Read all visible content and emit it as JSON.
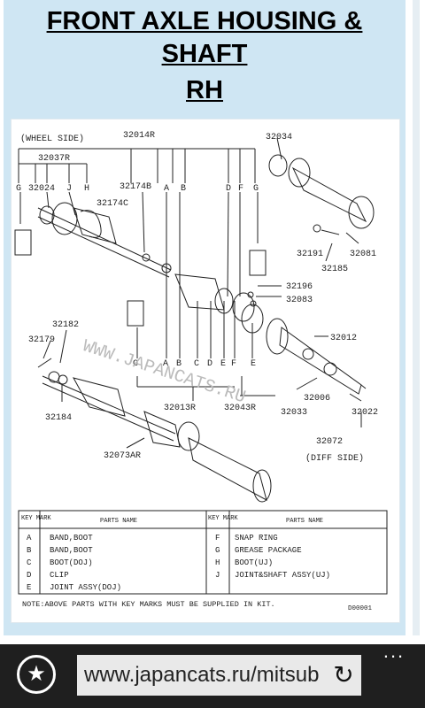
{
  "page": {
    "title_line1": "FRONT AXLE HOUSING &",
    "title_line2": "SHAFT",
    "title_line3": "RH"
  },
  "diagram": {
    "wheel_side": "(WHEEL SIDE)",
    "diff_side": "(DIFF SIDE)",
    "watermark": "WWW.JAPANCATS.RU",
    "part_numbers": [
      "32014R",
      "32034",
      "32037R",
      "32024",
      "32174B",
      "32174C",
      "32081",
      "32191",
      "32185",
      "32196",
      "32083",
      "32182",
      "32179",
      "32012",
      "32184",
      "32013R",
      "32043R",
      "32006",
      "32033",
      "32022",
      "32072",
      "32073AR"
    ],
    "key_letters": [
      "G",
      "J",
      "H",
      "A",
      "B",
      "D",
      "F",
      "G",
      "C",
      "D",
      "E",
      "F",
      "E"
    ],
    "table": {
      "header_key": "KEY MARK",
      "header_parts": "PARTS NAME",
      "left_rows": [
        {
          "key": "A",
          "name": "BAND,BOOT"
        },
        {
          "key": "B",
          "name": "BAND,BOOT"
        },
        {
          "key": "C",
          "name": "BOOT(DOJ)"
        },
        {
          "key": "D",
          "name": "CLIP"
        },
        {
          "key": "E",
          "name": "JOINT ASSY(DOJ)"
        }
      ],
      "right_rows": [
        {
          "key": "F",
          "name": "SNAP RING"
        },
        {
          "key": "G",
          "name": "GREASE PACKAGE"
        },
        {
          "key": "H",
          "name": "BOOT(UJ)"
        },
        {
          "key": "J",
          "name": "JOINT&SHAFT ASSY(UJ)"
        }
      ]
    },
    "note": "NOTE:ABOVE PARTS WITH KEY MARKS MUST BE SUPPLIED IN KIT.",
    "code": "D00001"
  },
  "browser": {
    "url": "www.japancats.ru/mitsub",
    "favorite_icon": "star-icon",
    "refresh_icon": "refresh-icon",
    "more_icon": "more-icon",
    "more_label": "..."
  }
}
